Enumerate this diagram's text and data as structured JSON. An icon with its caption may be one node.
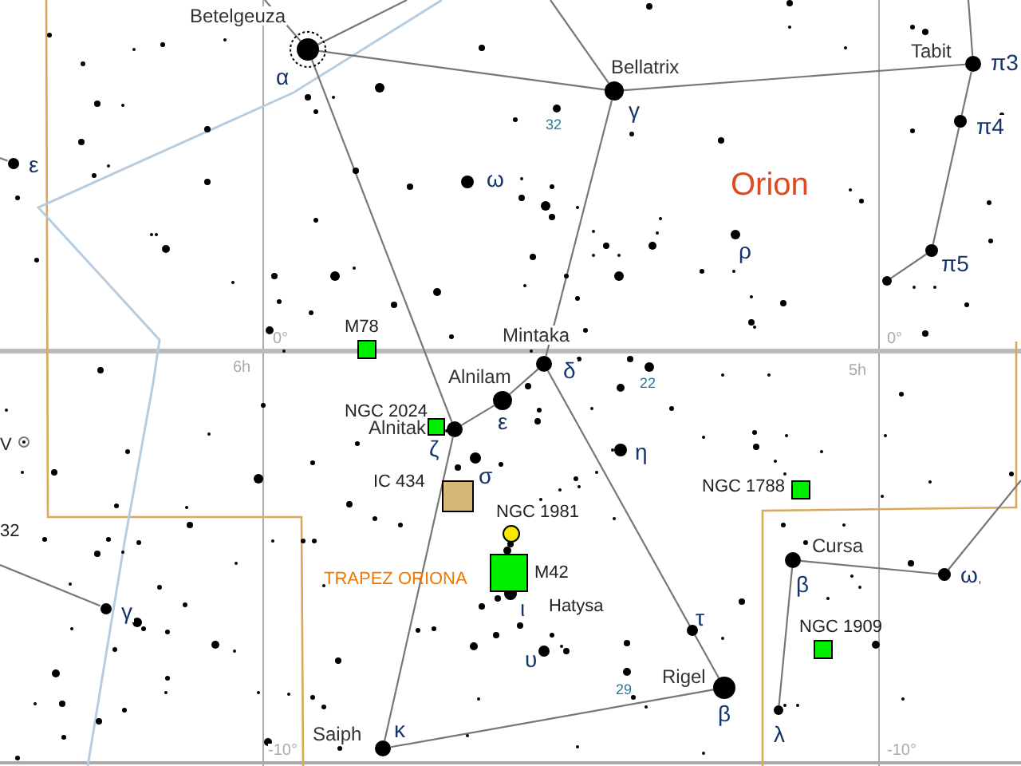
{
  "diagram": {
    "nodes": [
      {
        "text": [],
        "shape": "circle",
        "beside": [
          "Betelgeuza",
          "α"
        ]
      },
      {
        "text": [],
        "shape": "circle",
        "beside": [
          "Bellatrix",
          "γ"
        ]
      },
      {
        "text": [],
        "shape": "circle",
        "beside": [
          "Tabit",
          "π3"
        ]
      },
      {
        "text": [],
        "shape": "circle",
        "beside": [
          "π4"
        ]
      },
      {
        "text": [],
        "shape": "circle",
        "beside": [
          "π5"
        ]
      },
      {
        "text": [],
        "shape": "circle"
      },
      {
        "text": [],
        "shape": "circle",
        "beside": [
          "Mintaka",
          "δ"
        ]
      },
      {
        "text": [],
        "shape": "circle",
        "beside": [
          "Alnilam",
          "ε"
        ]
      },
      {
        "text": [],
        "shape": "circle",
        "beside": [
          "Alnitak",
          "ζ"
        ]
      },
      {
        "text": [],
        "shape": "circle",
        "beside": [
          "Saiph",
          "κ"
        ]
      },
      {
        "text": [],
        "shape": "circle",
        "beside": [
          "Rigel",
          "β"
        ]
      },
      {
        "text": [],
        "shape": "circle",
        "beside": [
          "Cursa",
          "β"
        ]
      },
      {
        "text": [],
        "shape": "circle",
        "beside": [
          "ω"
        ]
      },
      {
        "text": [],
        "shape": "circle",
        "beside": [
          "λ"
        ]
      },
      {
        "text": [],
        "shape": "circle",
        "beside": [
          "γ"
        ]
      },
      {
        "text": [],
        "shape": "circle",
        "beside": [
          "ε"
        ]
      }
    ],
    "edges": [
      {
        "from": 0,
        "to": 1,
        "arrow": "none"
      },
      {
        "from": 1,
        "to": 2,
        "arrow": "none"
      },
      {
        "from": 2,
        "to": 3,
        "arrow": "none"
      },
      {
        "from": 3,
        "to": 4,
        "arrow": "none"
      },
      {
        "from": 4,
        "to": 5,
        "arrow": "none"
      },
      {
        "from": 0,
        "to": 8,
        "arrow": "none"
      },
      {
        "from": 1,
        "to": 6,
        "arrow": "none"
      },
      {
        "from": 6,
        "to": 7,
        "arrow": "none"
      },
      {
        "from": 7,
        "to": 8,
        "arrow": "none"
      },
      {
        "from": 8,
        "to": 9,
        "arrow": "none"
      },
      {
        "from": 6,
        "to": 10,
        "arrow": "none"
      },
      {
        "from": 9,
        "to": 10,
        "arrow": "none"
      },
      {
        "from": 11,
        "to": 12,
        "arrow": "none"
      },
      {
        "from": 11,
        "to": 13,
        "arrow": "none"
      },
      {
        "from": 12,
        "to": null,
        "arrow": "none"
      },
      {
        "from": 14,
        "to": null,
        "arrow": "none"
      },
      {
        "from": 15,
        "to": null,
        "arrow": "none"
      },
      {
        "from": 0,
        "to": null,
        "arrow": "none"
      },
      {
        "from": 0,
        "to": null,
        "arrow": "none"
      },
      {
        "from": 1,
        "to": null,
        "arrow": "none"
      },
      {
        "from": 2,
        "to": null,
        "arrow": "none"
      }
    ],
    "labels": [
      "Orion",
      "TRAPEZ ORIONA",
      "M78",
      "NGC 2024",
      "IC  434",
      "NGC 1981",
      "M42",
      "Hatysa",
      "NGC 1788",
      "NGC 1909",
      "ω",
      "32",
      "ρ",
      "22",
      "σ",
      "η",
      "ι",
      "υ",
      "τ",
      "29",
      "V",
      "32",
      "0°",
      "6h",
      "5h",
      "0°",
      "-10°",
      "-10°"
    ]
  }
}
